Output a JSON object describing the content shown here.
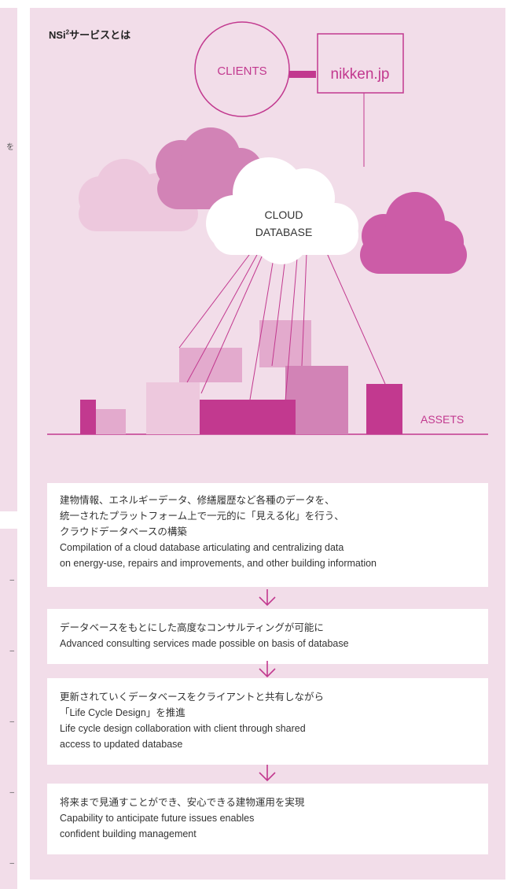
{
  "left_fragments": {
    "top_char": "を",
    "dash": "–"
  },
  "diagram": {
    "title": "NSi²サービスとは",
    "clients_label": "CLIENTS",
    "brand_label": "nikken.jp",
    "cloud_label_1": "CLOUD",
    "cloud_label_2": "DATABASE",
    "assets_label": "ASSETS"
  },
  "steps": [
    {
      "lines": [
        "建物情報、エネルギーデータ、修繕履歴など各種のデータを、",
        "統一されたプラットフォーム上で一元的に「見える化」を行う、",
        "クラウドデータベースの構築",
        "Compilation of a cloud database articulating and centralizing data",
        "on energy-use, repairs and improvements, and other building information"
      ]
    },
    {
      "lines": [
        "データベースをもとにした高度なコンサルティングが可能に",
        "Advanced consulting services made possible on basis of database"
      ]
    },
    {
      "lines": [
        "更新されていくデータベースをクライアントと共有しながら",
        "「Life Cycle Design」を推進",
        "Life cycle design collaboration with client through shared",
        "access to updated database"
      ]
    },
    {
      "lines": [
        "将来まで見通すことができ、安心できる建物運用を実現",
        "Capability to anticipate future issues enables",
        "confident building management"
      ]
    }
  ],
  "colors": {
    "accent": "#c2398f",
    "panel_bg": "#f2dde9",
    "pink_light": "#edc8dd",
    "pink_mid": "#e3aacd",
    "pink_dark": "#d283b6"
  }
}
